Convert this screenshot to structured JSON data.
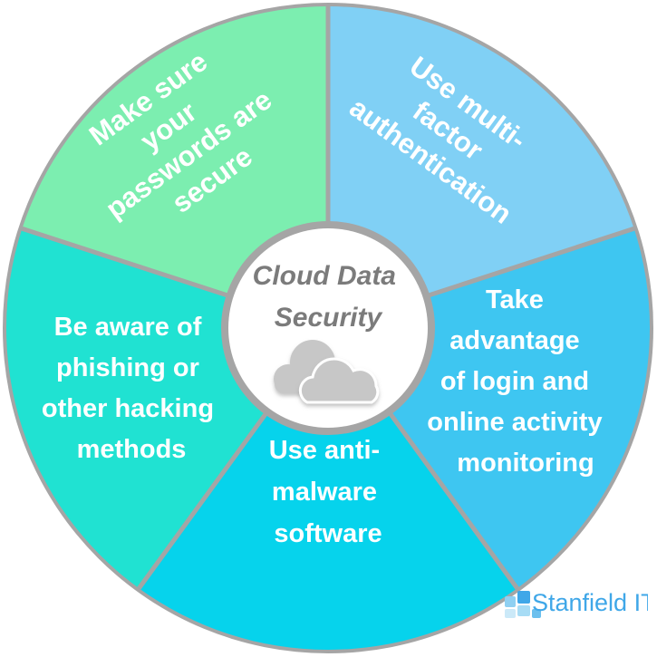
{
  "diagram": {
    "center": {
      "lines": [
        "Cloud Data",
        "Security"
      ],
      "icon": "cloud-icon"
    },
    "segments": [
      {
        "id": "passwords",
        "lines": [
          "Make sure",
          "your",
          "passwords are",
          "secure"
        ],
        "color": "#7ceeb0"
      },
      {
        "id": "mfa",
        "lines": [
          "Use multi-",
          "factor",
          "authentication"
        ],
        "color": "#80d0f5"
      },
      {
        "id": "monitoring",
        "lines": [
          "Take",
          "advantage",
          "of login and",
          "online activity",
          "monitoring"
        ],
        "color": "#3ec6f1"
      },
      {
        "id": "anti-malware",
        "lines": [
          "Use anti-",
          "malware",
          "software"
        ],
        "color": "#06d3ec"
      },
      {
        "id": "phishing",
        "lines": [
          "Be aware of",
          "phishing or",
          "other hacking",
          "methods"
        ],
        "color": "#20e2d2"
      }
    ],
    "divider_color": "#a5a5a5",
    "center_fill": "#ffffff"
  },
  "brand": {
    "name": "Stanfield IT",
    "logo_icon": "stanfield-logo-icon",
    "accent": "#3fa7e8"
  }
}
